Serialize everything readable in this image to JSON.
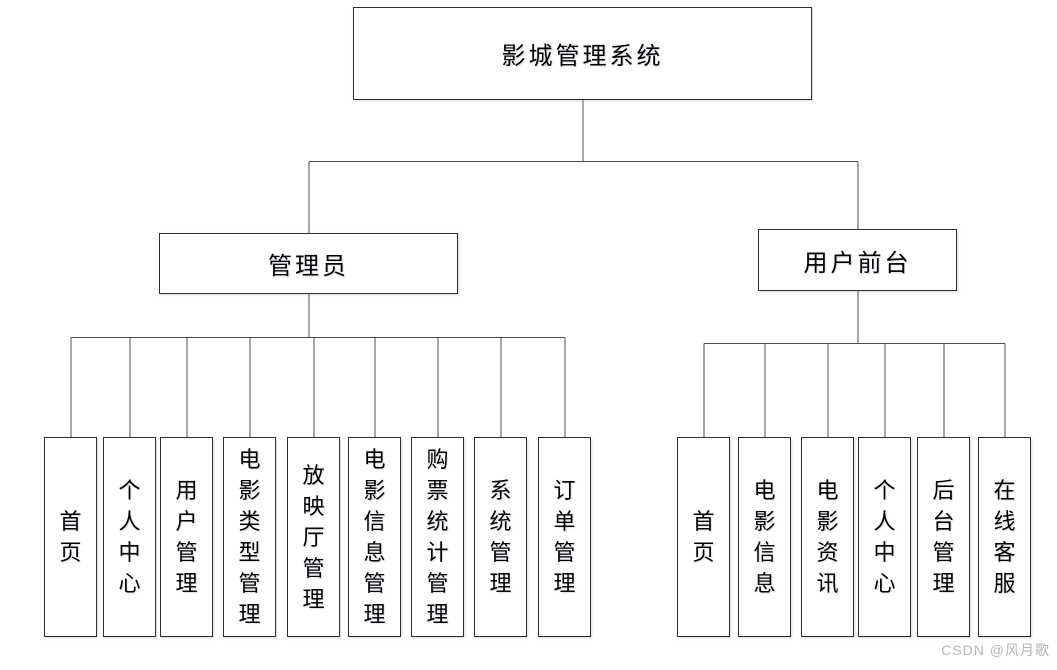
{
  "diagram": {
    "root_label": "影城管理系统",
    "branches": [
      {
        "label": "管理员",
        "children": [
          "首页",
          "个人中心",
          "用户管理",
          "电影类型管理",
          "放映厅管理",
          "电影信息管理",
          "购票统计管理",
          "系统管理",
          "订单管理"
        ]
      },
      {
        "label": "用户前台",
        "children": [
          "首页",
          "电影信息",
          "电影资讯",
          "个人中心",
          "后台管理",
          "在线客服"
        ]
      }
    ]
  },
  "watermark": "CSDN @风月歌",
  "colors": {
    "background": "#ffffff",
    "box_border": "#2f2f2f",
    "connector": "#4f4f4f",
    "text": "#000000",
    "watermark_text": "#b5b5b5"
  }
}
